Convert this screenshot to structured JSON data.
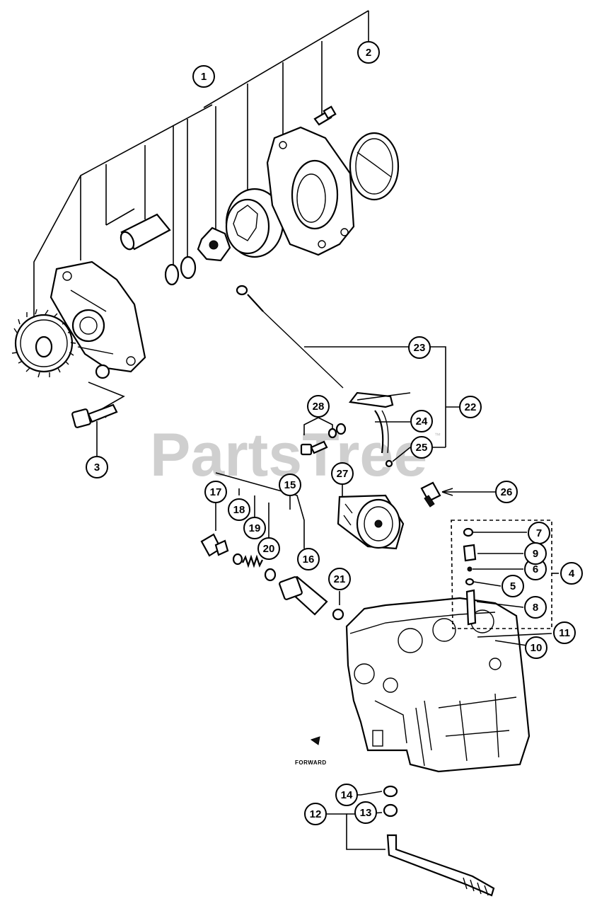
{
  "watermark": {
    "text": "PartsTree",
    "tm": "™"
  },
  "forward_label": "FORWARD",
  "callouts": [
    {
      "id": "c1",
      "label": "1"
    },
    {
      "id": "c2",
      "label": "2"
    },
    {
      "id": "c3",
      "label": "3"
    },
    {
      "id": "c4",
      "label": "4"
    },
    {
      "id": "c5",
      "label": "5"
    },
    {
      "id": "c6",
      "label": "6"
    },
    {
      "id": "c7",
      "label": "7"
    },
    {
      "id": "c8",
      "label": "8"
    },
    {
      "id": "c9",
      "label": "9"
    },
    {
      "id": "c10",
      "label": "10"
    },
    {
      "id": "c11",
      "label": "11"
    },
    {
      "id": "c12",
      "label": "12"
    },
    {
      "id": "c13",
      "label": "13"
    },
    {
      "id": "c14",
      "label": "14"
    },
    {
      "id": "c15",
      "label": "15"
    },
    {
      "id": "c16",
      "label": "16"
    },
    {
      "id": "c17",
      "label": "17"
    },
    {
      "id": "c18",
      "label": "18"
    },
    {
      "id": "c19",
      "label": "19"
    },
    {
      "id": "c20",
      "label": "20"
    },
    {
      "id": "c21",
      "label": "21"
    },
    {
      "id": "c22",
      "label": "22"
    },
    {
      "id": "c23",
      "label": "23"
    },
    {
      "id": "c24",
      "label": "24"
    },
    {
      "id": "c25",
      "label": "25"
    },
    {
      "id": "c26",
      "label": "26"
    },
    {
      "id": "c27",
      "label": "27"
    },
    {
      "id": "c28",
      "label": "28"
    }
  ]
}
